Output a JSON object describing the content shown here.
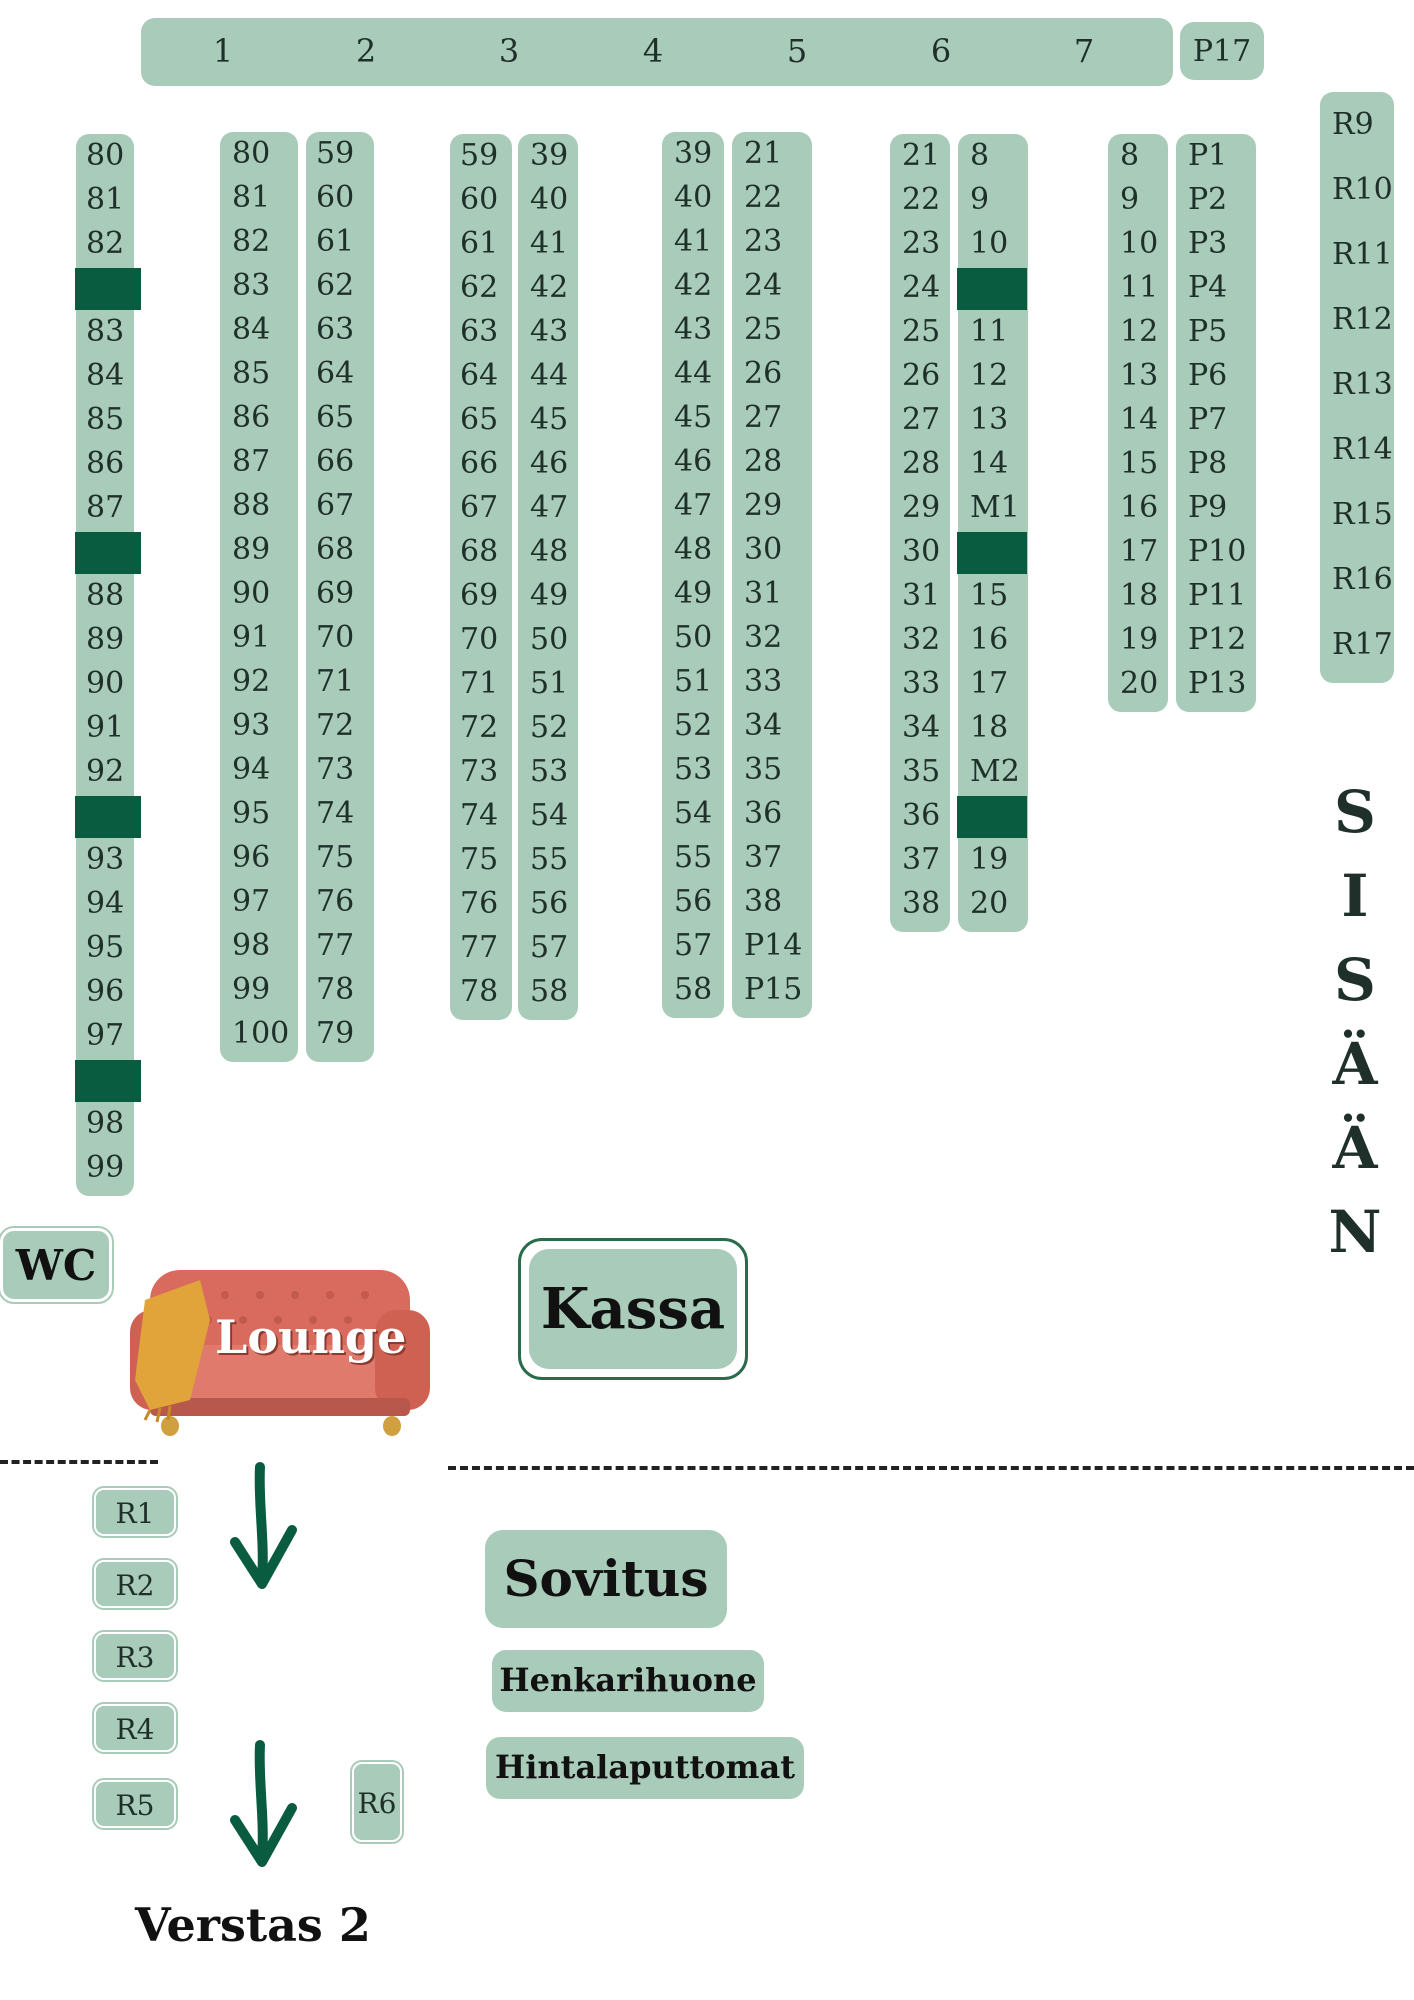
{
  "top_bar": {
    "numbers": [
      "1",
      "2",
      "3",
      "4",
      "5",
      "6",
      "7"
    ],
    "p17": "P17"
  },
  "rows_a": {
    "col1": [
      "80",
      "81",
      "82",
      "",
      "83",
      "84",
      "85",
      "86",
      "87",
      "",
      "88",
      "89",
      "90",
      "91",
      "92",
      "",
      "93",
      "94",
      "95",
      "96",
      "97",
      "",
      "98",
      "99"
    ],
    "col2": [
      "80",
      "81",
      "82",
      "83",
      "84",
      "85",
      "86",
      "87",
      "88",
      "89",
      "90",
      "91",
      "92",
      "93",
      "94",
      "95",
      "96",
      "97",
      "98",
      "99",
      "100"
    ],
    "col3": [
      "59",
      "60",
      "61",
      "62",
      "63",
      "64",
      "65",
      "66",
      "67",
      "68",
      "69",
      "70",
      "71",
      "72",
      "73",
      "74",
      "75",
      "76",
      "77",
      "78",
      "79"
    ],
    "col4": [
      "59",
      "60",
      "61",
      "62",
      "63",
      "64",
      "65",
      "66",
      "67",
      "68",
      "69",
      "70",
      "71",
      "72",
      "73",
      "74",
      "75",
      "76",
      "77",
      "78"
    ],
    "col5": [
      "39",
      "40",
      "41",
      "42",
      "43",
      "44",
      "45",
      "46",
      "47",
      "48",
      "49",
      "50",
      "51",
      "52",
      "53",
      "54",
      "55",
      "56",
      "57",
      "58"
    ],
    "col6": [
      "39",
      "40",
      "41",
      "42",
      "43",
      "44",
      "45",
      "46",
      "47",
      "48",
      "49",
      "50",
      "51",
      "52",
      "53",
      "54",
      "55",
      "56",
      "57",
      "58"
    ],
    "col7": [
      "21",
      "22",
      "23",
      "24",
      "25",
      "26",
      "27",
      "28",
      "29",
      "30",
      "31",
      "32",
      "33",
      "34",
      "35",
      "36",
      "37",
      "38",
      "P14",
      "P15"
    ],
    "col8": [
      "21",
      "22",
      "23",
      "24",
      "25",
      "26",
      "27",
      "28",
      "29",
      "30",
      "31",
      "32",
      "33",
      "34",
      "35",
      "36",
      "37",
      "38"
    ],
    "col9": [
      "8",
      "9",
      "10",
      "",
      "11",
      "12",
      "13",
      "14",
      "M1",
      "",
      "15",
      "16",
      "17",
      "18",
      "M2",
      "",
      "19",
      "20"
    ],
    "col10": [
      "8",
      "9",
      "10",
      "11",
      "12",
      "13",
      "14",
      "15",
      "16",
      "17",
      "18",
      "19",
      "20"
    ],
    "col11": [
      "P1",
      "P2",
      "P3",
      "P4",
      "P5",
      "P6",
      "P7",
      "P8",
      "P9",
      "P10",
      "P11",
      "P12",
      "P13"
    ],
    "col12": [
      "R9",
      "R10",
      "R11",
      "R12",
      "R13",
      "R14",
      "R15",
      "R16",
      "R17"
    ]
  },
  "entrance": [
    "S",
    "I",
    "S",
    "Ä",
    "Ä",
    "N"
  ],
  "labels": {
    "wc": "WC",
    "lounge": "Lounge",
    "kassa": "Kassa",
    "sovitus": "Sovitus",
    "henkarihuone": "Henkarihuone",
    "hintalaputtomat": "Hintalaputtomat",
    "verstas": "Verstas 2"
  },
  "lower_racks": [
    "R1",
    "R2",
    "R3",
    "R4",
    "R5"
  ],
  "r6": "R6",
  "colors": {
    "rack": "#a9cbb9",
    "blocked": "#0a5c40",
    "arrow": "#0a5c40",
    "sofa": "#d96b5e",
    "throw": "#e0a43a"
  }
}
